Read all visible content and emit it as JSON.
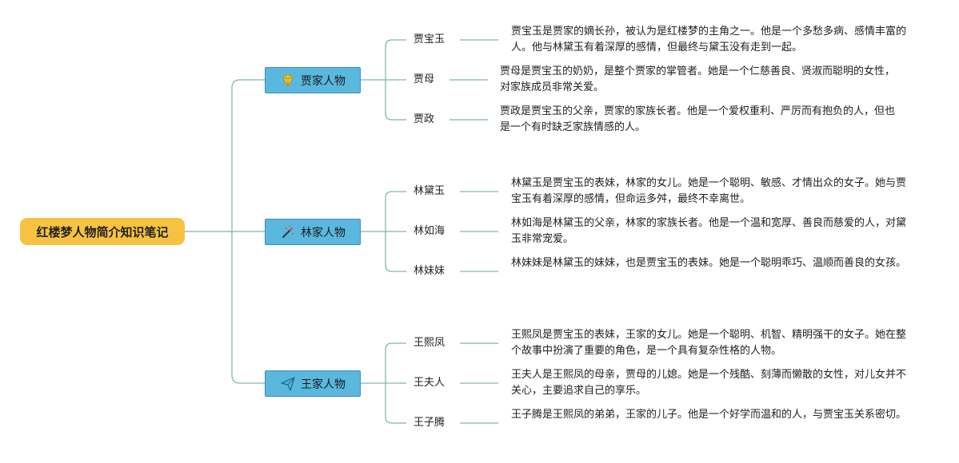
{
  "root": {
    "label": "红楼梦人物简介知识笔记"
  },
  "branches": [
    {
      "label": "贾家人物",
      "icon": "gem-icon",
      "people": [
        {
          "name": "贾宝玉",
          "desc": "贾宝玉是贾家的嫡长孙，被认为是红楼梦的主角之一。他是一个多愁多病、感情丰富的人。他与林黛玉有着深厚的感情，但最终与黛玉没有走到一起。"
        },
        {
          "name": "贾母",
          "desc": "贾母是贾宝玉的奶奶，是整个贾家的掌管者。她是一个仁慈善良、贤淑而聪明的女性，对家族成员非常关爱。"
        },
        {
          "name": "贾政",
          "desc": "贾政是贾宝玉的父亲，贾家的家族长者。他是一个爱权重利、严厉而有抱负的人，但也是一个有时缺乏家族情感的人。"
        }
      ]
    },
    {
      "label": "林家人物",
      "icon": "magic-wand-icon",
      "people": [
        {
          "name": "林黛玉",
          "desc": "林黛玉是贾宝玉的表妹，林家的女儿。她是一个聪明、敏感、才情出众的女子。她与贾宝玉有着深厚的感情，但命运多舛，最终不幸离世。"
        },
        {
          "name": "林如海",
          "desc": "林如海是林黛玉的父亲，林家的家族长者。他是一个温和宽厚、善良而慈爱的人，对黛玉非常宠爱。"
        },
        {
          "name": "林妹妹",
          "desc": "林妹妹是林黛玉的妹妹，也是贾宝玉的表妹。她是一个聪明乖巧、温顺而善良的女孩。"
        }
      ]
    },
    {
      "label": "王家人物",
      "icon": "paper-plane-icon",
      "people": [
        {
          "name": "王熙凤",
          "desc": "王熙凤是贾宝玉的表妹，王家的女儿。她是一个聪明、机智、精明强干的女子。她在整个故事中扮演了重要的角色，是一个具有复杂性格的人物。"
        },
        {
          "name": "王夫人",
          "desc": "王夫人是王熙凤的母亲，贾母的儿媳。她是一个残酷、刻薄而懒散的女性，对儿女并不关心，主要追求自己的享乐。"
        },
        {
          "name": "王子腾",
          "desc": "王子腾是王熙凤的弟弟，王家的儿子。他是一个好学而温和的人，与贾宝玉关系密切。"
        }
      ]
    }
  ],
  "colors": {
    "root": "#f6c242",
    "branch": "#5ab8de",
    "line": "#7fb8b0"
  }
}
